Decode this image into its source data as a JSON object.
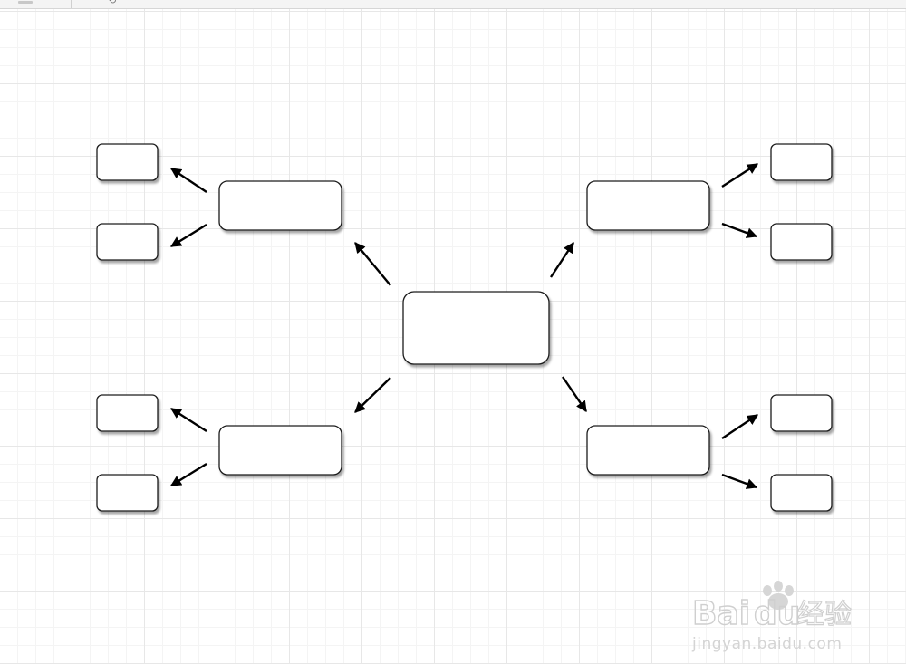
{
  "nodes": [
    {
      "id": "center",
      "label": ""
    },
    {
      "id": "left-top",
      "label": ""
    },
    {
      "id": "left-bottom",
      "label": ""
    },
    {
      "id": "right-top",
      "label": ""
    },
    {
      "id": "right-bottom",
      "label": ""
    },
    {
      "id": "leaf-left-top-1",
      "label": ""
    },
    {
      "id": "leaf-left-top-2",
      "label": ""
    },
    {
      "id": "leaf-left-bottom-1",
      "label": ""
    },
    {
      "id": "leaf-left-bottom-2",
      "label": ""
    },
    {
      "id": "leaf-right-top-1",
      "label": ""
    },
    {
      "id": "leaf-right-top-2",
      "label": ""
    },
    {
      "id": "leaf-right-bottom-1",
      "label": ""
    },
    {
      "id": "leaf-right-bottom-2",
      "label": ""
    }
  ],
  "edges": [
    {
      "from": "center",
      "to": "left-top"
    },
    {
      "from": "center",
      "to": "right-top"
    },
    {
      "from": "center",
      "to": "left-bottom"
    },
    {
      "from": "center",
      "to": "right-bottom"
    },
    {
      "from": "left-top",
      "to": "leaf-left-top-1"
    },
    {
      "from": "left-top",
      "to": "leaf-left-top-2"
    },
    {
      "from": "left-bottom",
      "to": "leaf-left-bottom-1"
    },
    {
      "from": "left-bottom",
      "to": "leaf-left-bottom-2"
    },
    {
      "from": "right-top",
      "to": "leaf-right-top-1"
    },
    {
      "from": "right-top",
      "to": "leaf-right-top-2"
    },
    {
      "from": "right-bottom",
      "to": "leaf-right-bottom-1"
    },
    {
      "from": "right-bottom",
      "to": "leaf-right-bottom-2"
    }
  ],
  "watermark": {
    "brand_left": "Bai",
    "brand_right": "du",
    "brand_cn": "经验",
    "url": "jingyan.baidu.com"
  },
  "colors": {
    "node_stroke": "#1a1a1a",
    "node_fill": "#ffffff",
    "arrow": "#000000",
    "watermark": "#d2d2d2"
  }
}
